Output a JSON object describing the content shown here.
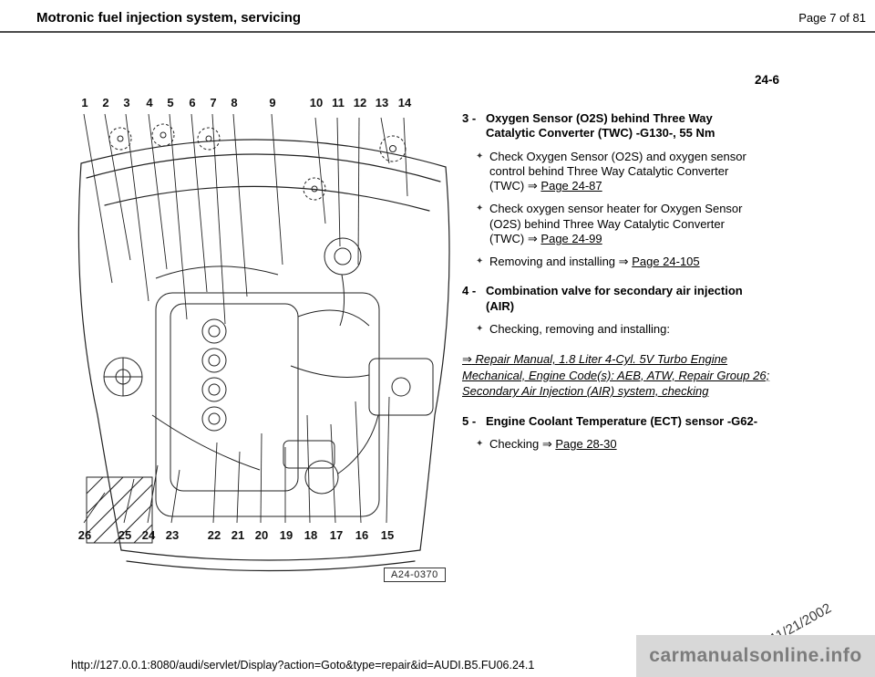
{
  "header": {
    "title": "Motronic fuel injection system, servicing",
    "page_indicator": "Page 7 of 81"
  },
  "page": {
    "number": "24-6"
  },
  "diagram": {
    "figure_code": "A24-0370",
    "top_labels": [
      "1",
      "2",
      "3",
      "4",
      "5",
      "6",
      "7",
      "8",
      "9",
      "10",
      "11",
      "12",
      "13",
      "14"
    ],
    "bottom_labels": [
      "26",
      "25",
      "24",
      "23",
      "22",
      "21",
      "20",
      "19",
      "18",
      "17",
      "16",
      "15"
    ]
  },
  "content": {
    "bullet_glyph": "✦",
    "items": [
      {
        "number": "3 -",
        "title": "Oxygen Sensor (O2S) behind Three Way Catalytic Converter (TWC) -G130-, 55 Nm",
        "bullets": [
          {
            "text": "Check Oxygen Sensor (O2S) and oxygen sensor control behind Three Way Catalytic Converter (TWC)",
            "arrow": "⇒",
            "link": "Page 24-87"
          },
          {
            "text": "Check oxygen sensor heater for Oxygen Sensor (O2S) behind Three Way Catalytic Converter (TWC)",
            "arrow": "⇒",
            "link": "Page 24-99"
          },
          {
            "text": "Removing and installing",
            "arrow": "⇒",
            "link": "Page 24-105"
          }
        ]
      },
      {
        "number": "4 -",
        "title": "Combination valve for secondary air injection (AIR)",
        "bullets": [
          {
            "text": "Checking, removing and installing:"
          }
        ],
        "note": {
          "arrow": "⇒",
          "link": "Repair Manual, 1.8 Liter 4-Cyl. 5V Turbo Engine Mechanical, Engine Code(s): AEB, ATW, Repair Group 26; Secondary Air Injection (AIR) system, checking"
        }
      },
      {
        "number": "5 -",
        "title": "Engine Coolant Temperature (ECT) sensor -G62-",
        "bullets": [
          {
            "text": "Checking",
            "arrow": "⇒",
            "link": "Page 28-30"
          }
        ]
      }
    ]
  },
  "footer": {
    "url": "http://127.0.0.1:8080/audi/servlet/Display?action=Goto&type=repair&id=AUDI.B5.FU06.24.1",
    "date": "11/21/2002",
    "watermark": "carmanualsonline.info"
  }
}
